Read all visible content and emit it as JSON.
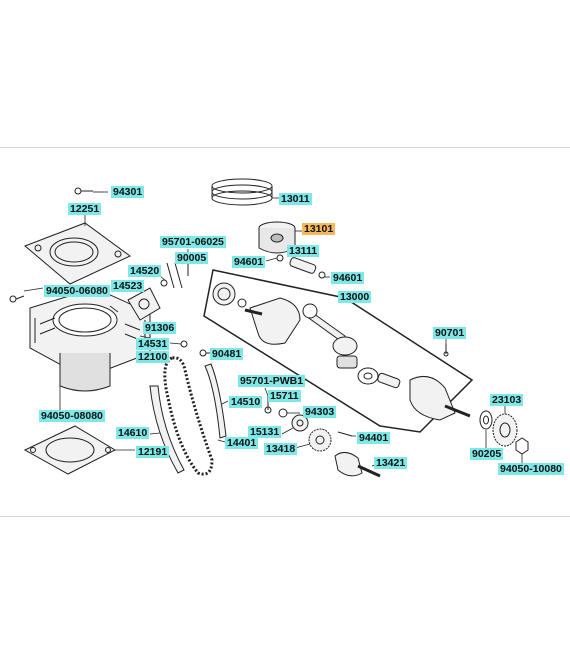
{
  "colors": {
    "highlight_cyan": "#7ee8e8",
    "highlight_orange": "#f5b85a",
    "line": "#222222",
    "part_fill": "#f2f2f2",
    "part_shadow": "#bdbdbd"
  },
  "selected_part": "13101",
  "callouts": [
    {
      "id": "94301",
      "text": "94301",
      "highlight": "cyan"
    },
    {
      "id": "12251",
      "text": "12251",
      "highlight": "cyan"
    },
    {
      "id": "13011",
      "text": "13011",
      "highlight": "cyan"
    },
    {
      "id": "13101",
      "text": "13101",
      "highlight": "orange"
    },
    {
      "id": "95701-06025",
      "text": "95701-06025",
      "highlight": "cyan"
    },
    {
      "id": "13111",
      "text": "13111",
      "highlight": "cyan"
    },
    {
      "id": "90005",
      "text": "90005",
      "highlight": "cyan"
    },
    {
      "id": "94601a",
      "text": "94601",
      "highlight": "cyan"
    },
    {
      "id": "94601b",
      "text": "94601",
      "highlight": "cyan"
    },
    {
      "id": "14520",
      "text": "14520",
      "highlight": "cyan"
    },
    {
      "id": "14523",
      "text": "14523",
      "highlight": "cyan"
    },
    {
      "id": "94050-06080",
      "text": "94050-06080",
      "highlight": "cyan"
    },
    {
      "id": "13000",
      "text": "13000",
      "highlight": "cyan"
    },
    {
      "id": "91306",
      "text": "91306",
      "highlight": "cyan"
    },
    {
      "id": "90701",
      "text": "90701",
      "highlight": "cyan"
    },
    {
      "id": "14531",
      "text": "14531",
      "highlight": "cyan"
    },
    {
      "id": "12100",
      "text": "12100",
      "highlight": "cyan"
    },
    {
      "id": "90481",
      "text": "90481",
      "highlight": "cyan"
    },
    {
      "id": "95701-PWB1",
      "text": "95701-PWB1",
      "highlight": "cyan"
    },
    {
      "id": "15711",
      "text": "15711",
      "highlight": "cyan"
    },
    {
      "id": "23103",
      "text": "23103",
      "highlight": "cyan"
    },
    {
      "id": "14510",
      "text": "14510",
      "highlight": "cyan"
    },
    {
      "id": "94303",
      "text": "94303",
      "highlight": "cyan"
    },
    {
      "id": "94050-08080",
      "text": "94050-08080",
      "highlight": "cyan"
    },
    {
      "id": "14610",
      "text": "14610",
      "highlight": "cyan"
    },
    {
      "id": "15131",
      "text": "15131",
      "highlight": "cyan"
    },
    {
      "id": "94401",
      "text": "94401",
      "highlight": "cyan"
    },
    {
      "id": "14401",
      "text": "14401",
      "highlight": "cyan"
    },
    {
      "id": "13418",
      "text": "13418",
      "highlight": "cyan"
    },
    {
      "id": "12191",
      "text": "12191",
      "highlight": "cyan"
    },
    {
      "id": "13421",
      "text": "13421",
      "highlight": "cyan"
    },
    {
      "id": "90205",
      "text": "90205",
      "highlight": "cyan"
    },
    {
      "id": "94050-10080",
      "text": "94050-10080",
      "highlight": "cyan"
    }
  ]
}
